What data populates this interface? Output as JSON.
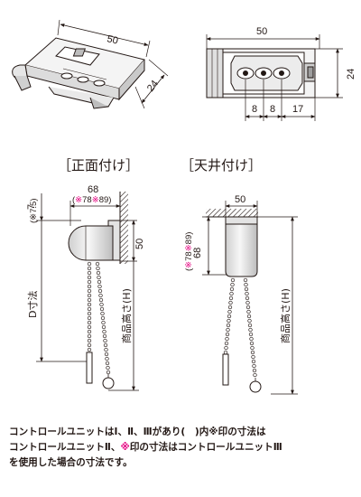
{
  "top_views": {
    "perspective": {
      "width": "50",
      "depth": "24"
    },
    "plan": {
      "width": "50",
      "depth": "24",
      "hole_pitch_1": "8",
      "hole_pitch_2": "8",
      "offset": "17"
    }
  },
  "front_mount": {
    "heading": "［正面付け］",
    "top_dim": "68",
    "top_dim_alt_prefix": "(",
    "top_dim_alt_a": "78",
    "top_dim_alt_b": "89",
    "top_dim_alt_suffix": ")",
    "left_dim": "7",
    "left_dim_alt": "(※7.5)",
    "bracket_dim": "50",
    "d_label": "D寸法",
    "h_label": "商品高さ(H)"
  },
  "ceiling_mount": {
    "heading": "［天井付け］",
    "top_dim": "50",
    "left_dim": "68",
    "left_dim_alt": "(※78※89)",
    "h_label": "商品高さ(H)"
  },
  "colors": {
    "line": "#231815",
    "asterisk": "#e4007f",
    "fill_light": "#f2f2f2",
    "fill_mid": "#d9d9d9"
  },
  "note": {
    "line1": "コントロールユニットはⅠ、Ⅱ、Ⅲがあり(　)内※印の寸法は",
    "line2a": "コントロールユニットⅡ、",
    "line2_ast": "※",
    "line2b": "印の寸法はコントロールユニットⅢ",
    "line3": "を使用した場合の寸法です。"
  }
}
